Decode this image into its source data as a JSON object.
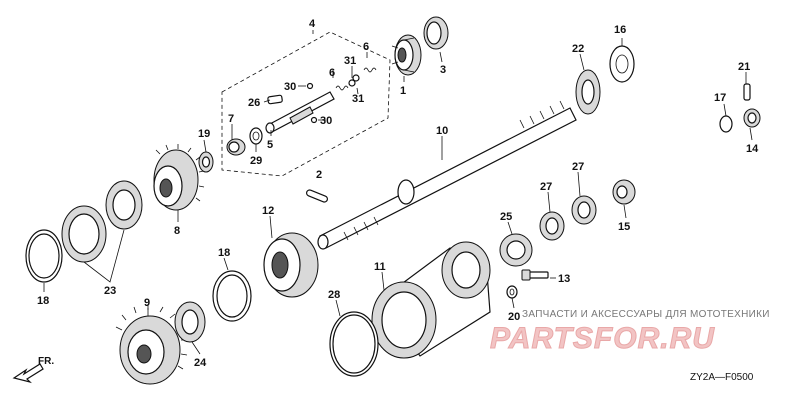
{
  "callouts": {
    "p1": "1",
    "p2": "2",
    "p3": "3",
    "p4": "4",
    "p5": "5",
    "p6a": "6",
    "p6b": "6",
    "p7": "7",
    "p8": "8",
    "p9": "9",
    "p10": "10",
    "p11": "11",
    "p12": "12",
    "p13": "13",
    "p14": "14",
    "p15": "15",
    "p16": "16",
    "p17": "17",
    "p18a": "18",
    "p18b": "18",
    "p19": "19",
    "p20": "20",
    "p21": "21",
    "p22": "22",
    "p23": "23",
    "p24": "24",
    "p25": "25",
    "p26": "26",
    "p27a": "27",
    "p27b": "27",
    "p28": "28",
    "p29": "29",
    "p30a": "30",
    "p30b": "30",
    "p31a": "31",
    "p31b": "31"
  },
  "direction_marker": "FR.",
  "diagram_code": "ZY2A—F0500",
  "watermark": {
    "tagline": "ЗАПЧАСТИ И АКСЕССУАРЫ ДЛЯ МОТОТЕХНИКИ",
    "logo": "PARTSFOR.RU"
  },
  "colors": {
    "ink": "#111111",
    "watermark_red": "#e9a8a8"
  }
}
